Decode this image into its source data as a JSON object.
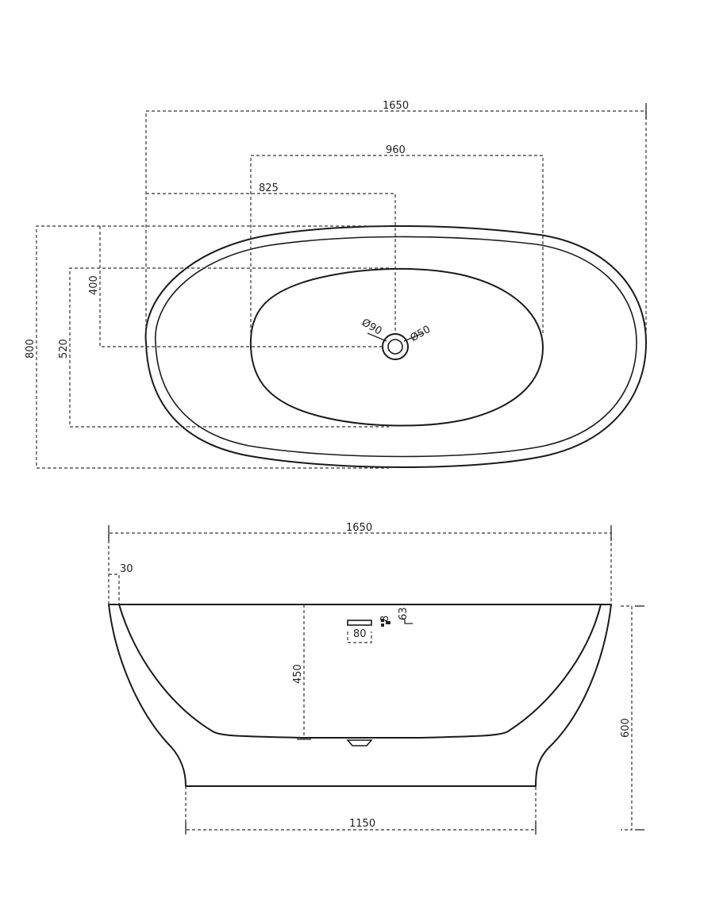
{
  "top_view": {
    "overall_length": "1650",
    "basin_length": "960",
    "drain_offset_x": "825",
    "overall_width": "800",
    "basin_width": "520",
    "drain_offset_y": "400",
    "drain_outer_diameter": "Ø90",
    "drain_inner_diameter": "Ø50"
  },
  "side_view": {
    "overall_length": "1650",
    "rim_thickness": "30",
    "inner_depth": "450",
    "overall_height": "600",
    "base_length": "1150",
    "overflow_width": "80",
    "overflow_height": "8",
    "overflow_offset": "63"
  }
}
